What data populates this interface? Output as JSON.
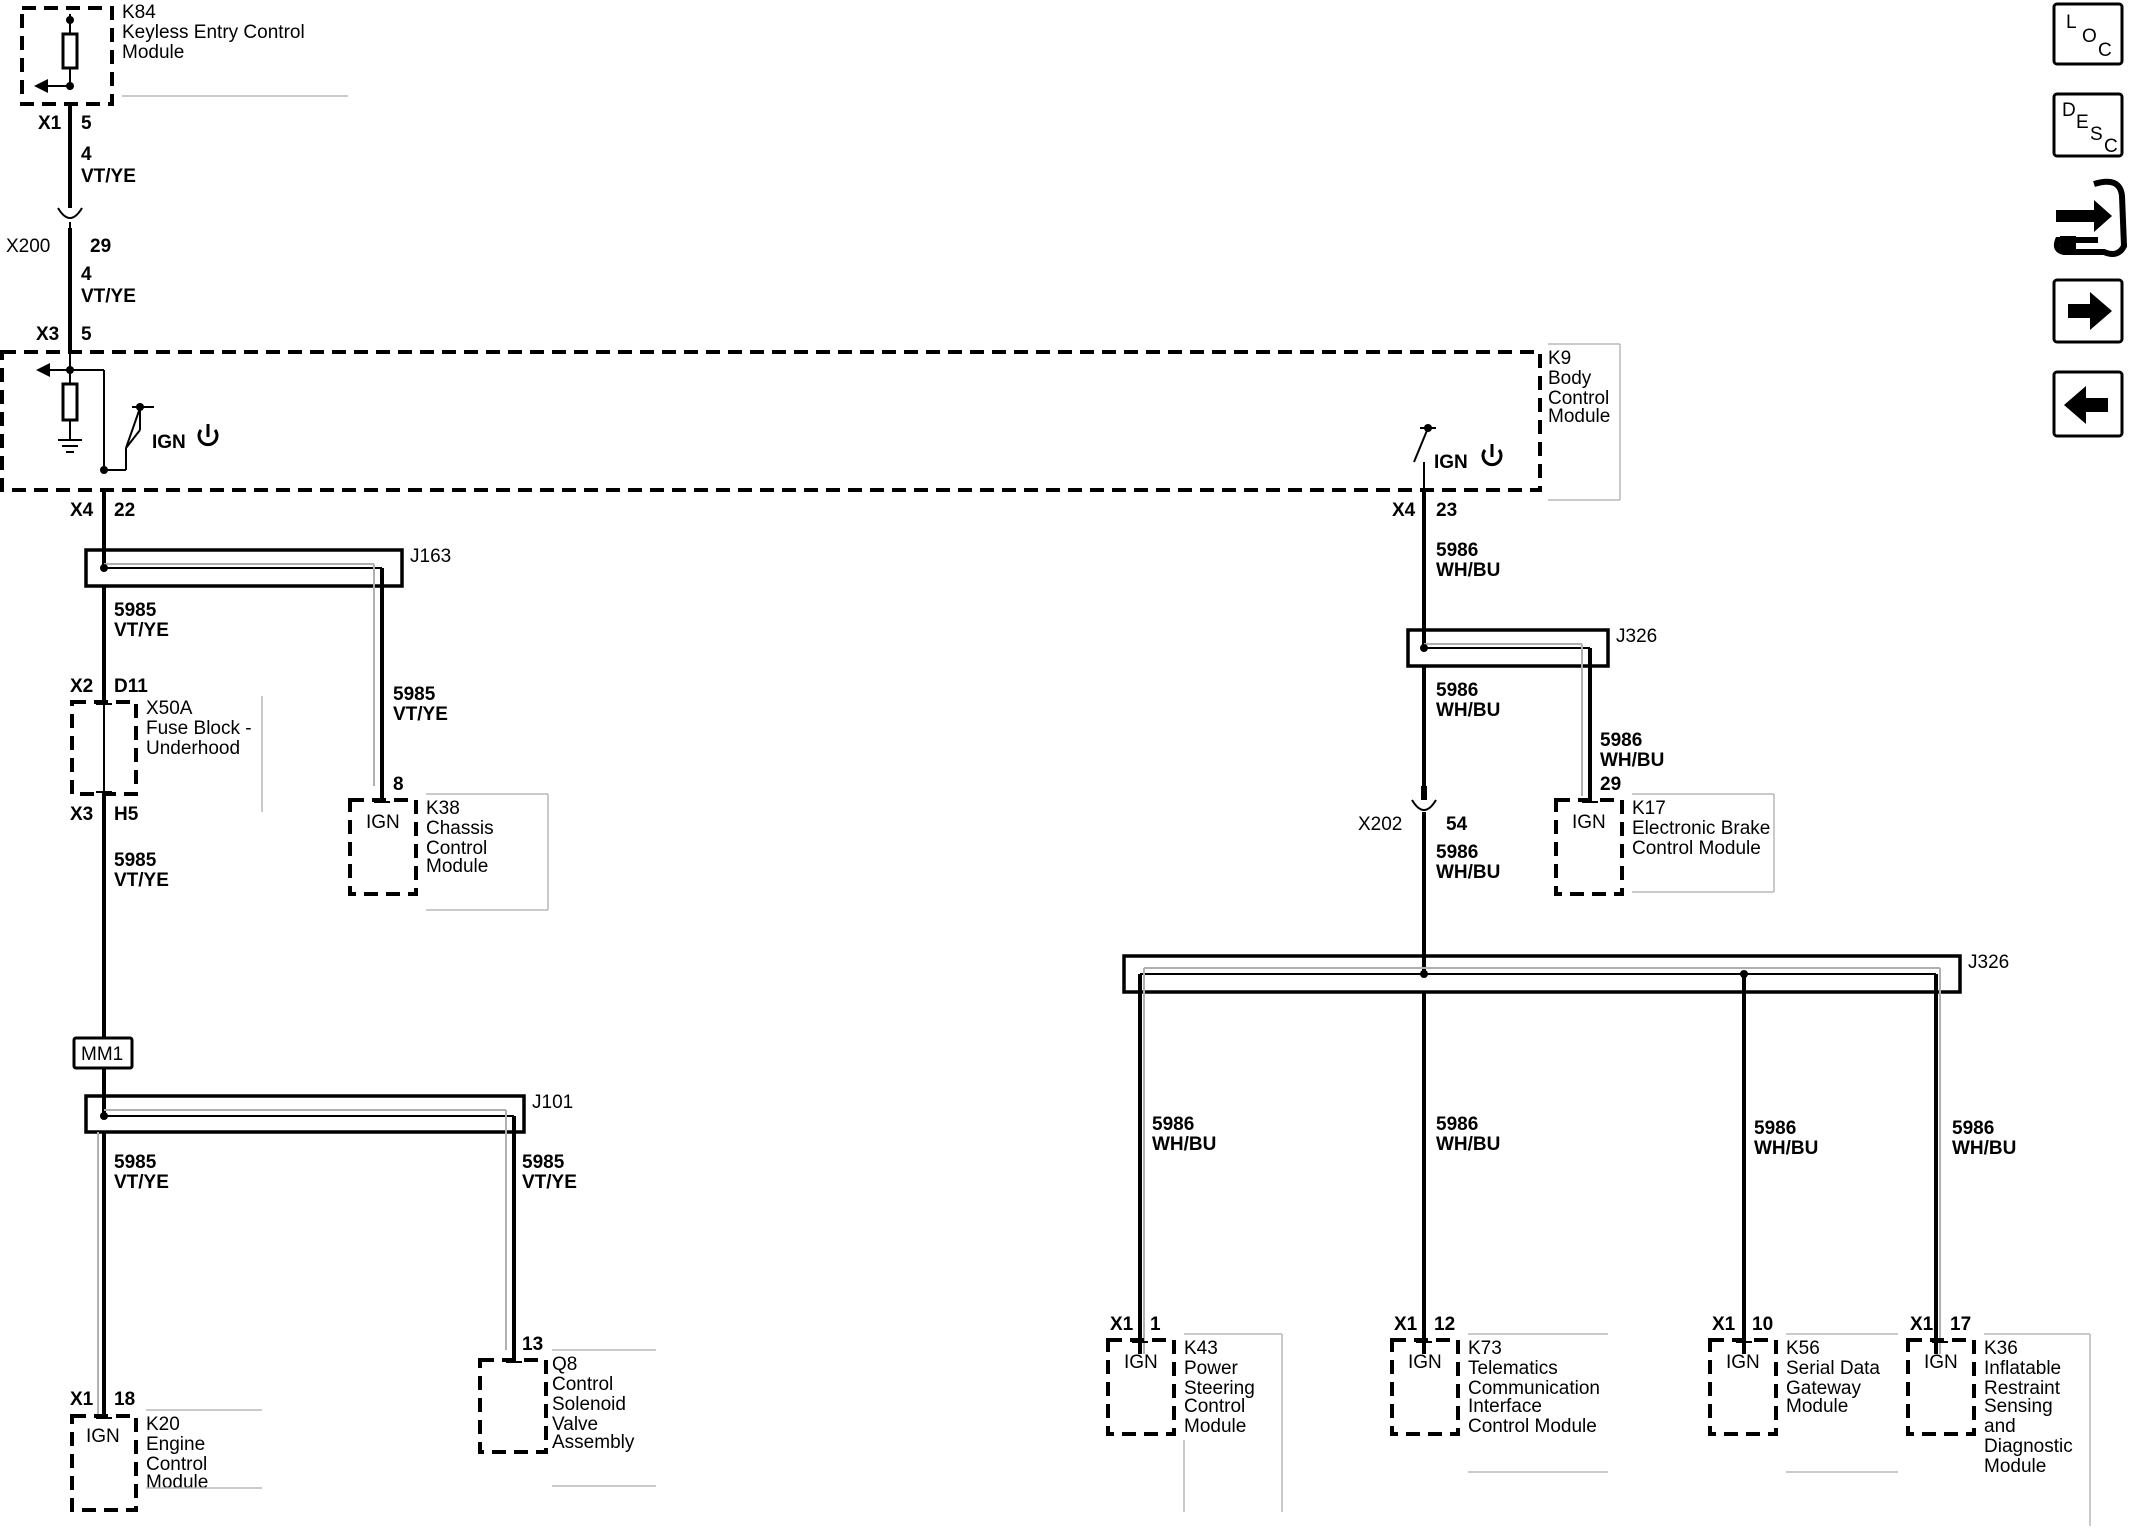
{
  "modules": {
    "k84": {
      "id": "K84",
      "lines": [
        "Keyless Entry Control",
        "Module"
      ]
    },
    "k9": {
      "id": "K9",
      "lines": [
        "Body",
        "Control",
        "Module"
      ]
    },
    "x50a": {
      "id": "X50A",
      "lines": [
        "Fuse Block -",
        "Underhood"
      ]
    },
    "k38": {
      "id": "K38",
      "lines": [
        "Chassis",
        "Control",
        "Module"
      ]
    },
    "k17": {
      "id": "K17",
      "lines": [
        "Electronic Brake",
        "Control Module"
      ]
    },
    "k20": {
      "id": "K20",
      "lines": [
        "Engine",
        "Control",
        "Module"
      ]
    },
    "q8": {
      "id": "Q8",
      "lines": [
        "Control",
        "Solenoid",
        "Valve",
        "Assembly"
      ]
    },
    "k43": {
      "id": "K43",
      "lines": [
        "Power",
        "Steering",
        "Control",
        "Module"
      ]
    },
    "k73": {
      "id": "K73",
      "lines": [
        "Telematics",
        "Communication",
        "Interface",
        "Control Module"
      ]
    },
    "k56": {
      "id": "K56",
      "lines": [
        "Serial Data",
        "Gateway",
        "Module"
      ]
    },
    "k36": {
      "id": "K36",
      "lines": [
        "Inflatable",
        "Restraint",
        "Sensing",
        "and",
        "Diagnostic",
        "Module"
      ]
    }
  },
  "connectors": {
    "x1_k84": {
      "name": "X1",
      "pin": "5"
    },
    "x200": {
      "name": "X200",
      "pin": "29"
    },
    "x3_k9": {
      "name": "X3",
      "pin": "5"
    },
    "x4_left": {
      "name": "X4",
      "pin": "22"
    },
    "x4_right": {
      "name": "X4",
      "pin": "23"
    },
    "x2_fuse": {
      "name": "X2",
      "pin": "D11"
    },
    "x3_fuse": {
      "name": "X3",
      "pin": "H5"
    },
    "k38_pin": {
      "name": "",
      "pin": "8"
    },
    "k17_pin": {
      "name": "",
      "pin": "29"
    },
    "x202": {
      "name": "X202",
      "pin": "54"
    },
    "x1_k20": {
      "name": "X1",
      "pin": "18"
    },
    "q8_pin": {
      "name": "",
      "pin": "13"
    },
    "x1_k43": {
      "name": "X1",
      "pin": "1"
    },
    "x1_k73": {
      "name": "X1",
      "pin": "12"
    },
    "x1_k56": {
      "name": "X1",
      "pin": "10"
    },
    "x1_k36": {
      "name": "X1",
      "pin": "17"
    }
  },
  "splices": {
    "j163": "J163",
    "j101": "J101",
    "j326_top": "J326",
    "j326_bottom": "J326",
    "mm1": "MM1"
  },
  "wires": {
    "w_k84_x200": {
      "circuit": "4",
      "color": "VT/YE"
    },
    "w_x200_k9": {
      "circuit": "4",
      "color": "VT/YE"
    },
    "w_j163_down": {
      "circuit": "5985",
      "color": "VT/YE"
    },
    "w_j163_k38": {
      "circuit": "5985",
      "color": "VT/YE"
    },
    "w_fuse_mm1": {
      "circuit": "5985",
      "color": "VT/YE"
    },
    "w_j101_k20": {
      "circuit": "5985",
      "color": "VT/YE"
    },
    "w_j101_q8": {
      "circuit": "5985",
      "color": "VT/YE"
    },
    "w_k9_j326": {
      "circuit": "5986",
      "color": "WH/BU"
    },
    "w_j326_x202": {
      "circuit": "5986",
      "color": "WH/BU"
    },
    "w_j326_k17": {
      "circuit": "5986",
      "color": "WH/BU"
    },
    "w_x202_j326": {
      "circuit": "5986",
      "color": "WH/BU"
    },
    "w_k43": {
      "circuit": "5986",
      "color": "WH/BU"
    },
    "w_k73": {
      "circuit": "5986",
      "color": "WH/BU"
    },
    "w_k56": {
      "circuit": "5986",
      "color": "WH/BU"
    },
    "w_k36": {
      "circuit": "5986",
      "color": "WH/BU"
    }
  },
  "ign": "IGN",
  "nav": {
    "loc": [
      "L",
      "O",
      "C"
    ],
    "desc": [
      "D",
      "E",
      "S",
      "C"
    ]
  }
}
